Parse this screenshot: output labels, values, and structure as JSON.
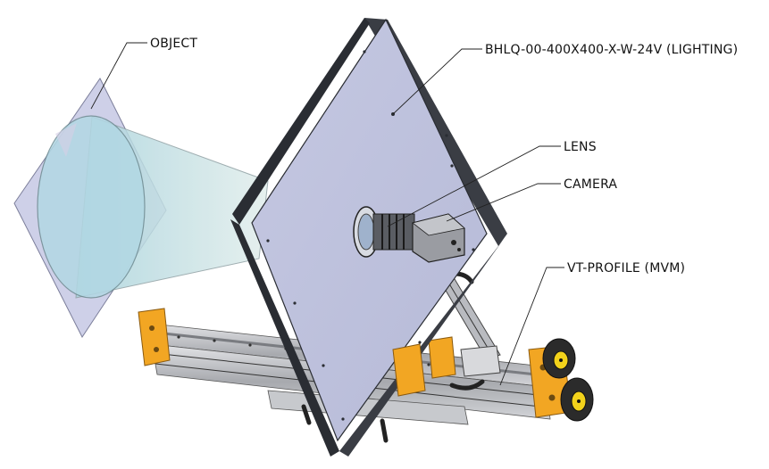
{
  "labels": {
    "object": "OBJECT",
    "lighting": "BHLQ-00-400X400-X-W-24V (LIGHTING)",
    "lens": "LENS",
    "camera": "CAMERA",
    "profile": "VT-PROFILE (MVM)"
  },
  "colors": {
    "panel": "#bfc3de",
    "panel_frame": "#2a2d33",
    "object_plate": "#c9cbe6",
    "cone": "#cfe6e6",
    "rail": "#b8babf",
    "bracket": "#f2a623",
    "knob": "#2b2b2b",
    "knob_center": "#f2d21b"
  }
}
